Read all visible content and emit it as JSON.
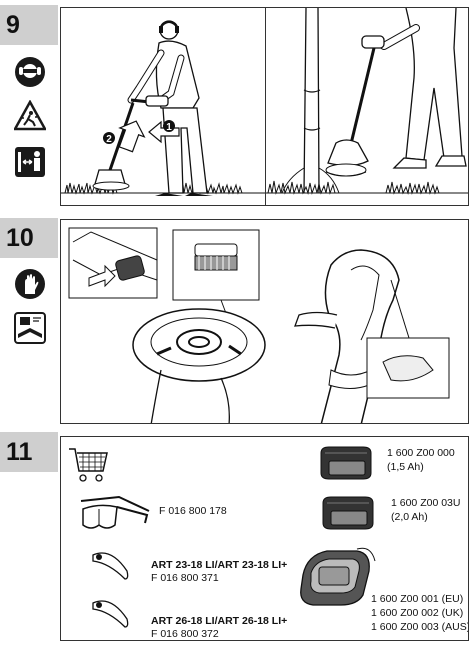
{
  "steps": [
    {
      "number": "9"
    },
    {
      "number": "10"
    },
    {
      "number": "11"
    }
  ],
  "step9": {
    "callout_1": "1",
    "callout_2": "2"
  },
  "accessories": [
    {
      "code": "1 600 Z00 000",
      "note": "(1,5 Ah)"
    },
    {
      "code": "1 600 Z00 03U",
      "note": "(2,0 Ah)"
    },
    {
      "code": "F 016 800 178"
    },
    {
      "model": "ART 23-18 LI/ART 23-18 LI+",
      "code": "F 016 800 371"
    },
    {
      "model": "ART 26-18 LI/ART 26-18 LI+",
      "code": "F 016 800 372"
    }
  ],
  "charger_codes": [
    "1 600 Z00 001 (EU)",
    "1 600 Z00 002 (UK)",
    "1 600 Z00 003 (AUS)"
  ],
  "colors": {
    "step_bg": "#cfcfcf",
    "border": "#333333",
    "icon_fill": "#1a1a1a"
  }
}
